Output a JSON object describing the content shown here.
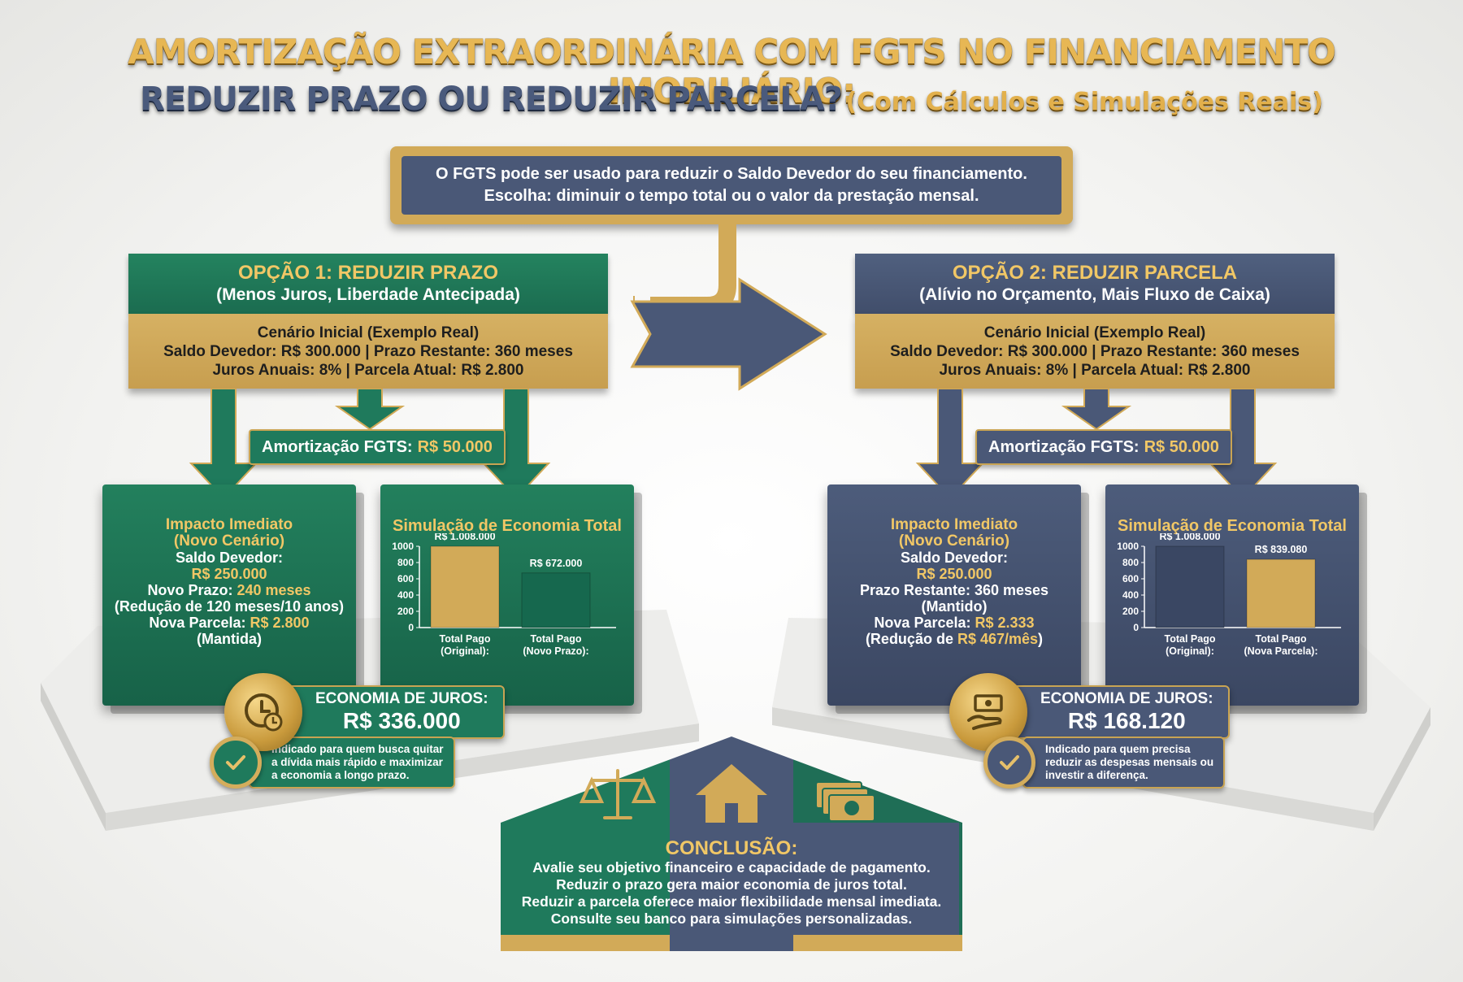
{
  "title": {
    "line1": "AMORTIZAÇÃO EXTRAORDINÁRIA COM FGTS NO FINANCIAMENTO IMOBILIÁRIO:",
    "line2_main": "REDUZIR PRAZO OU REDUZIR PARCELA?",
    "line2_sub": "(Com Cálculos e Simulações Reais)"
  },
  "intro": {
    "line1": "O FGTS pode ser usado para reduzir o Saldo Devedor do seu financiamento.",
    "line2": "Escolha: diminuir o tempo total ou o valor da prestação mensal."
  },
  "colors": {
    "green": "#1f7a5c",
    "green_dark": "#145c44",
    "navy": "#4a5877",
    "navy_dark": "#333f58",
    "gold": "#d2aa58",
    "gold_text": "#f1c766"
  },
  "option1": {
    "title": "OPÇÃO 1: REDUZIR PRAZO",
    "subtitle": "(Menos Juros, Liberdade Antecipada)",
    "scenario": {
      "title": "Cenário Inicial (Exemplo Real)",
      "line2": "Saldo Devedor: R$ 300.000 | Prazo Restante: 360 meses",
      "line3": "Juros Anuais: 8% | Parcela Atual: R$ 2.800"
    },
    "fgts_label": "Amortização FGTS: ",
    "fgts_value": "R$ 50.000",
    "impact": {
      "title1": "Impacto Imediato",
      "title2": "(Novo Cenário)",
      "saldo_label": "Saldo Devedor:",
      "saldo_value": "R$ 250.000",
      "prazo_label": "Novo Prazo: ",
      "prazo_value": "240 meses",
      "reducao": "(Redução de 120 meses/10 anos)",
      "parcela_label": "Nova Parcela: ",
      "parcela_value": "R$ 2.800",
      "parcela_note": "(Mantida)"
    },
    "chart_title": "Simulação de Economia Total",
    "economy_label": "ECONOMIA DE JUROS:",
    "economy_value": "R$ 336.000",
    "note": [
      "Indicado para quem busca quitar",
      "a dívida mais rápido e maximizar",
      "a economia a longo prazo."
    ]
  },
  "option2": {
    "title": "OPÇÃO 2: REDUZIR PARCELA",
    "subtitle": "(Alívio no Orçamento, Mais Fluxo de Caixa)",
    "scenario": {
      "title": "Cenário Inicial (Exemplo Real)",
      "line2": "Saldo Devedor: R$ 300.000 | Prazo Restante: 360 meses",
      "line3": "Juros Anuais: 8% | Parcela Atual: R$ 2.800"
    },
    "fgts_label": "Amortização FGTS: ",
    "fgts_value": "R$ 50.000",
    "impact": {
      "title1": "Impacto Imediato",
      "title2": "(Novo Cenário)",
      "saldo_label": "Saldo Devedor:",
      "saldo_value": "R$ 250.000",
      "prazo_label": "Prazo Restante: 360 meses",
      "prazo_note": "(Mantido)",
      "parcela_label": "Nova Parcela: ",
      "parcela_value": "R$ 2.333",
      "reducao_label": "(Redução de ",
      "reducao_value": "R$ 467/mês",
      "reducao_end": ")"
    },
    "chart_title": "Simulação de Economia Total",
    "economy_label": "ECONOMIA DE JUROS:",
    "economy_value": "R$ 168.120",
    "note": [
      "Indicado para quem precisa",
      "reduzir as despesas mensais ou",
      "investir a diferença."
    ]
  },
  "chart_data": [
    {
      "type": "bar",
      "title": "Simulação de Economia Total",
      "categories": [
        "Total Pago (Original):",
        "Total Pago (Novo Prazo):"
      ],
      "category_lines": [
        [
          "Total Pago",
          "(Original):"
        ],
        [
          "Total Pago",
          "(Novo Prazo):"
        ]
      ],
      "values": [
        1008,
        672
      ],
      "data_labels": [
        "R$ 1.008.000",
        "R$ 672.000"
      ],
      "bar_colors": [
        "#d2aa58",
        "#16684e"
      ],
      "ylim": [
        0,
        1000
      ],
      "yticks": [
        "0",
        "200",
        "400",
        "600",
        "800",
        "1000"
      ]
    },
    {
      "type": "bar",
      "title": "Simulação de Economia Total",
      "categories": [
        "Total Pago (Original):",
        "Total Pago (Nova Parcela):"
      ],
      "category_lines": [
        [
          "Total Pago",
          "(Original):"
        ],
        [
          "Total Pago",
          "(Nova Parcela):"
        ]
      ],
      "values": [
        1008,
        839.08
      ],
      "data_labels": [
        "R$ 1.008.000",
        "R$ 839.080"
      ],
      "bar_colors": [
        "#3a4763",
        "#d2aa58"
      ],
      "ylim": [
        0,
        1000
      ],
      "yticks": [
        "0",
        "200",
        "400",
        "600",
        "800",
        "1000"
      ]
    }
  ],
  "conclusion": {
    "title": "CONCLUSÃO:",
    "lines": [
      "Avalie seu objetivo financeiro e capacidade de pagamento.",
      "Reduzir o prazo gera maior economia de juros total.",
      "Reduzir a parcela oferece maior flexibilidade mensal imediata.",
      "Consulte seu banco para simulações personalizadas."
    ]
  },
  "icons": [
    "clock-coin-icon",
    "money-hand-coin-icon",
    "check-badge-icon",
    "scale-icon",
    "house-icon",
    "money-stack-icon",
    "arrow-right-icon"
  ]
}
